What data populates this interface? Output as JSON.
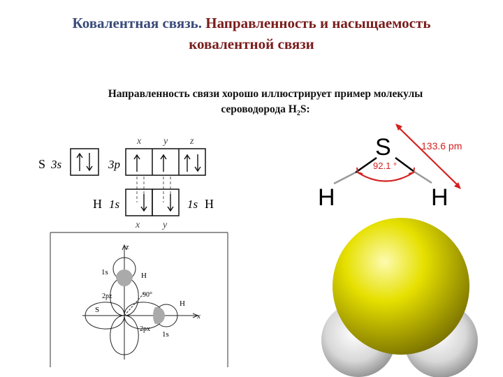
{
  "title": {
    "part1": "Ковалентная связь.",
    "part2": "Направленность и насыщаемость",
    "part3": "ковалентной связи"
  },
  "intro": {
    "line1": "Направленность связи хорошо иллюстрирует пример молекулы",
    "line2_before": "сероводорода H",
    "line2_sub": "2",
    "line2_after": "S:"
  },
  "orbital_diagram": {
    "s_label": "S",
    "s3_label": "3s",
    "p3_label": "3p",
    "axis_x": "x",
    "axis_y": "y",
    "axis_z": "z",
    "h_left": "H",
    "h_left_orbital": "1s",
    "h_right_orbital": "1s",
    "h_right": "H",
    "bottom_x": "x",
    "bottom_y": "y"
  },
  "molecule": {
    "sulfur": "S",
    "hydrogen_left": "H",
    "hydrogen_right": "H",
    "angle": "92.1 °",
    "bond_length": "133.6 pm",
    "accent_color": "#d42020"
  },
  "overlap_figure": {
    "z_axis": "z",
    "x_axis": "x",
    "h1s_top": "1s",
    "h_top": "H",
    "pz_label": "2pz",
    "px_label": "2px",
    "angle_label": "90°",
    "s_label": "S",
    "h_right": "H",
    "h1s_right": "1s"
  },
  "space_fill": {
    "sulfur_color": "#e6e000",
    "hydrogen_color": "#d8d8d8"
  }
}
